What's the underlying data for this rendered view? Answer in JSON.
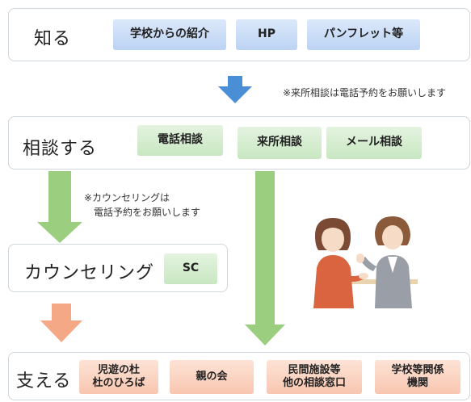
{
  "stages": [
    {
      "title": "知る",
      "options": [
        "学校からの紹介",
        "HP",
        "パンフレット等"
      ]
    },
    {
      "title": "相談する",
      "options": [
        "電話相談",
        "来所相談",
        "メール相談"
      ]
    },
    {
      "title": "カウンセリング",
      "options": [
        "SC"
      ]
    },
    {
      "title": "支える",
      "options": [
        "児遊の杜\n杜のひろば",
        "親の会",
        "民間施設等\n他の相談窓口",
        "学校等関係\n機関"
      ]
    }
  ],
  "notes": {
    "reservation_note": "※来所相談は電話予約をお願いします",
    "counseling_note": "※カウンセリングは\n　電話予約をお願いします"
  },
  "colors": {
    "blue_arrow": "#4a8fd6",
    "green_arrow": "#9bcf7f",
    "orange_arrow": "#f4a886"
  }
}
